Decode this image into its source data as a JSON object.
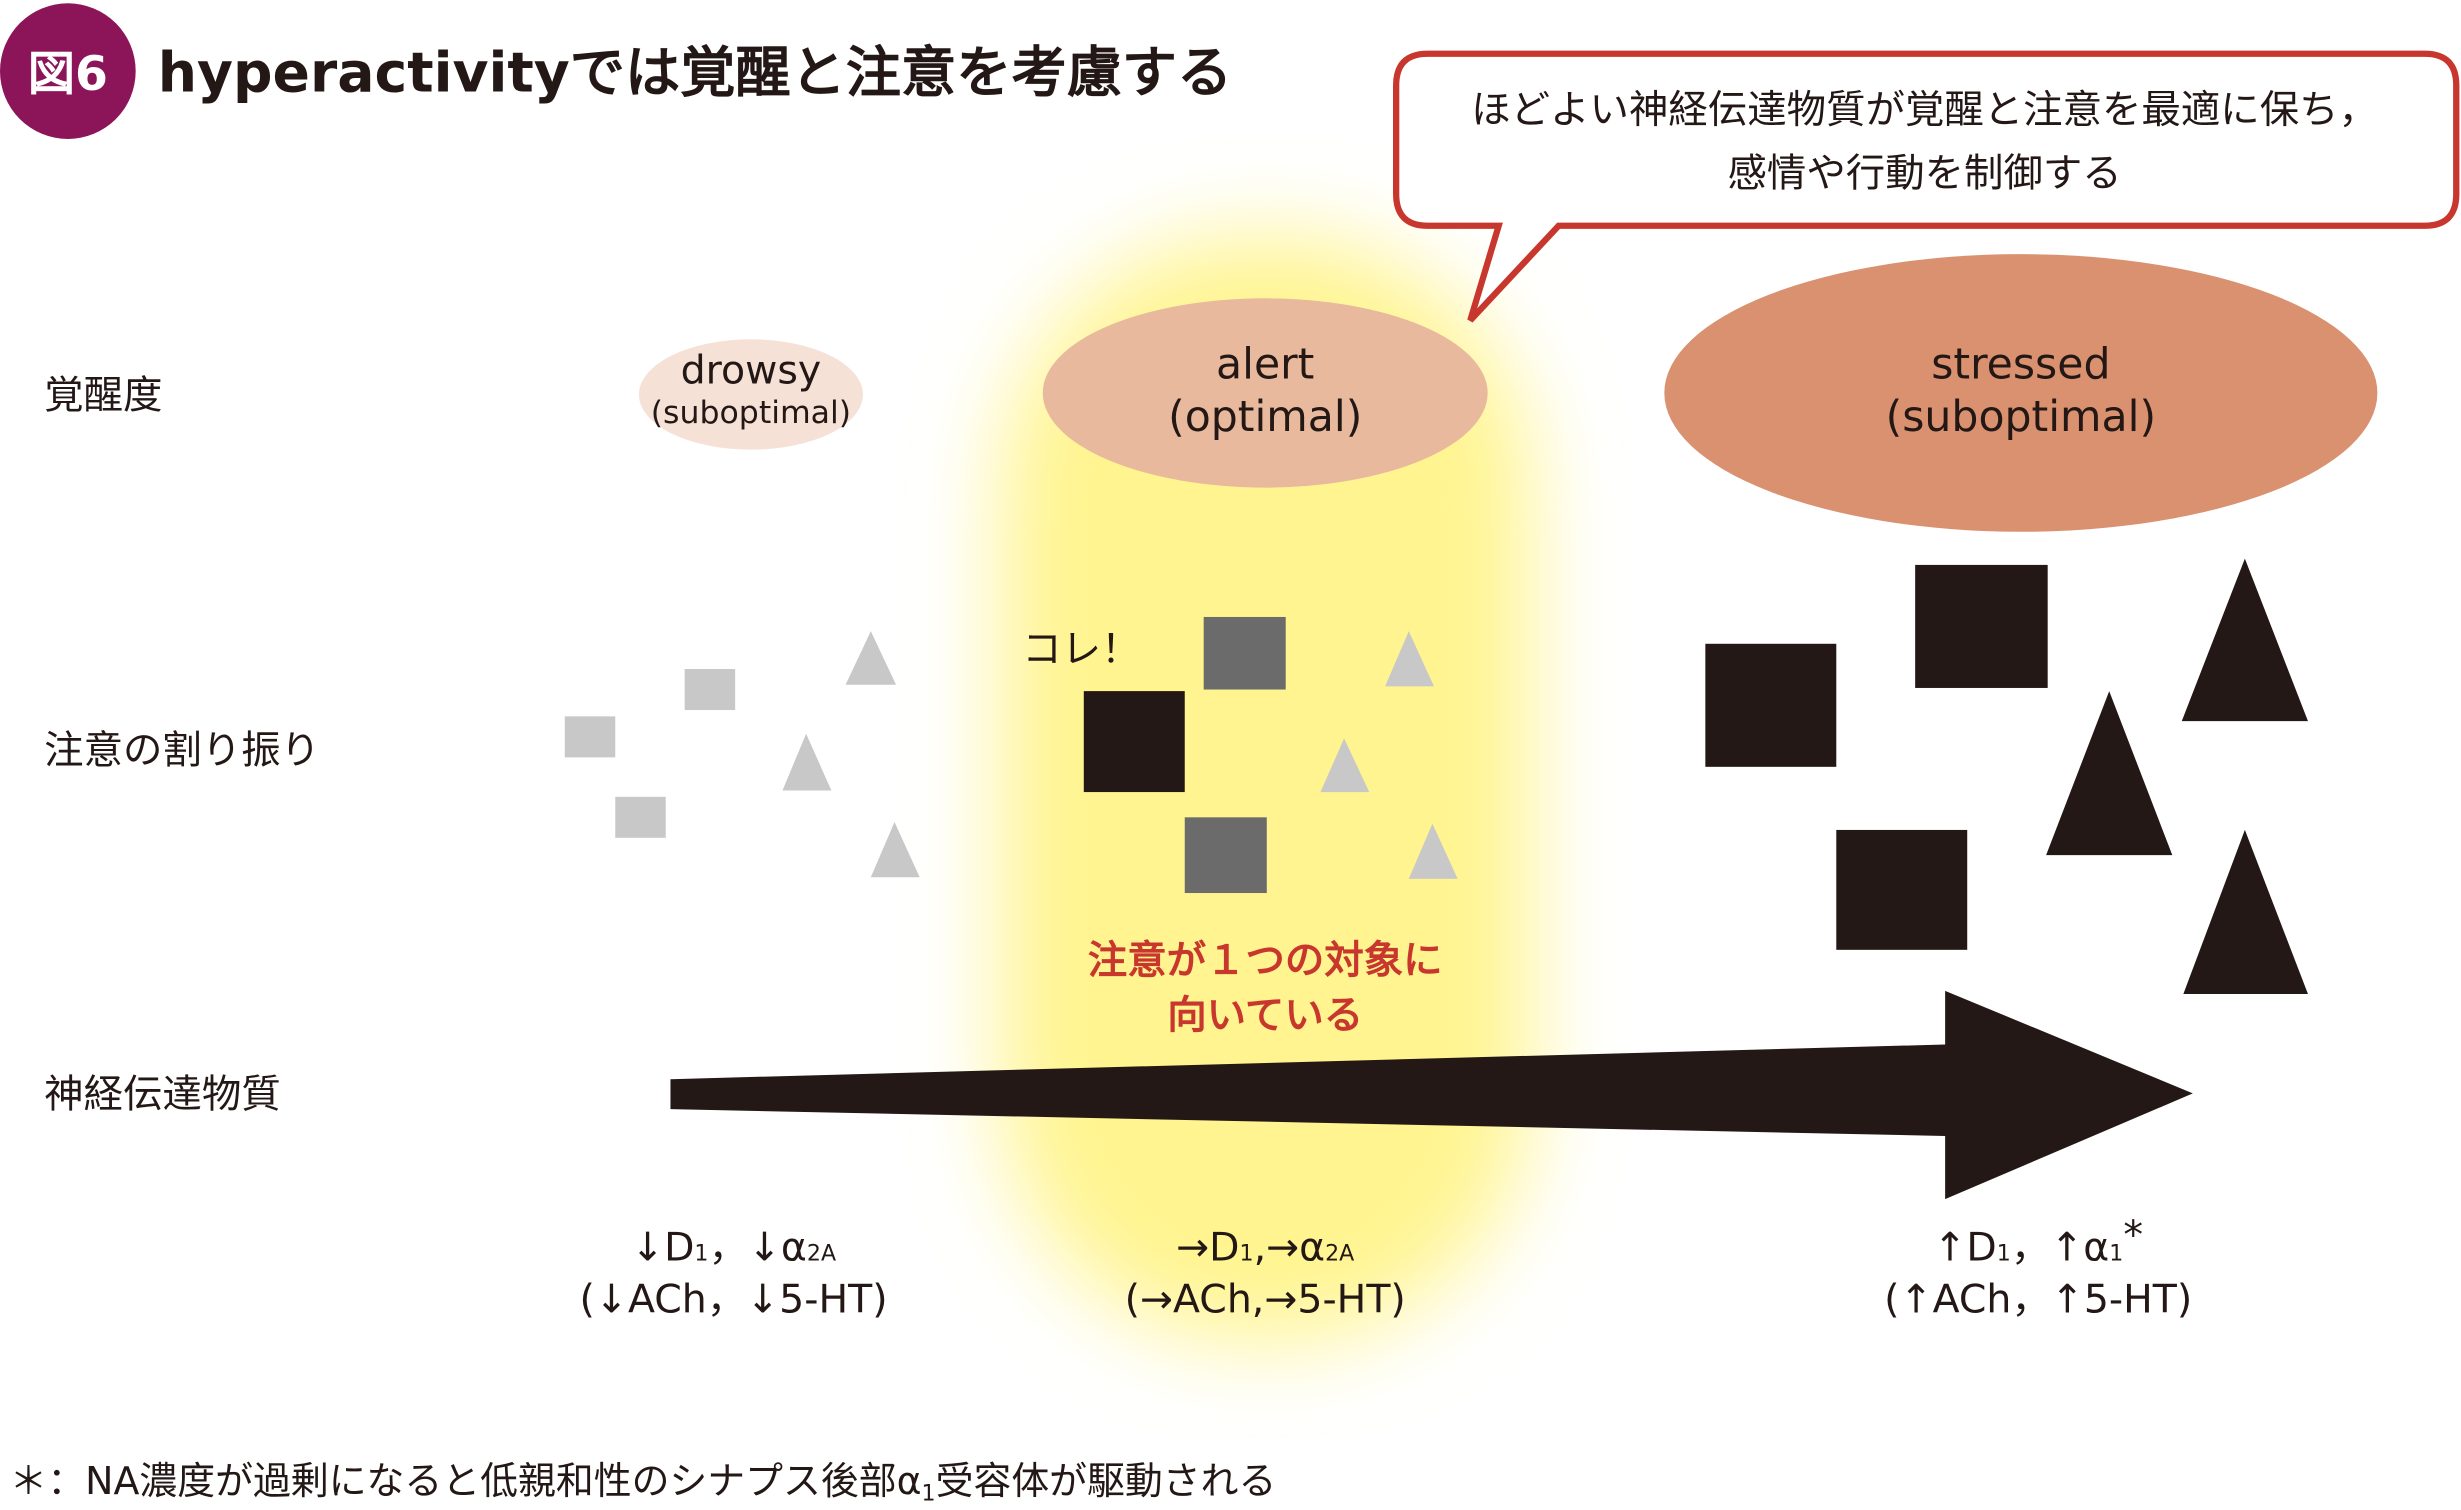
{
  "title": {
    "badge": "図6",
    "text": "hyperactivityでは覚醒と注意を考慮する"
  },
  "bubble": {
    "line1": "ほどよい神経伝達物質が覚醒と注意を最適に保ち，",
    "line2": "感情や行動を制御する"
  },
  "rows": {
    "arousal": "覚醒度",
    "attention": "注意の割り振り",
    "neurotransmitter": "神経伝達物質"
  },
  "states": [
    {
      "name": "drowsy",
      "note": "(suboptimal)"
    },
    {
      "name": "alert",
      "note": "(optimal)"
    },
    {
      "name": "stressed",
      "note": "(suboptimal)"
    }
  ],
  "focus_label": "コレ！",
  "focus_text": {
    "line1": "注意が１つの対象に",
    "line2": "向いている"
  },
  "transmitters": [
    {
      "a1": "↓",
      "d": "D",
      "d_sub": "1",
      "sep": "，",
      "a2": "↓",
      "alpha": "α",
      "alpha_sub": "2A",
      "star": "",
      "line2": "(↓ACh，↓5-HT)"
    },
    {
      "a1": "→",
      "d": "D",
      "d_sub": "1",
      "sep": ",",
      "a2": "→",
      "alpha": "α",
      "alpha_sub": "2A",
      "star": "",
      "line2": "(→ACh,→5-HT)"
    },
    {
      "a1": "↑",
      "d": "D",
      "d_sub": "1",
      "sep": "，",
      "a2": "↑",
      "alpha": "α",
      "alpha_sub": "1",
      "star": "*",
      "line2": "(↑ACh，↑5-HT)"
    }
  ],
  "footnote": {
    "pre": "＊：NA濃度が過剰になると低親和性のシナプス後部α",
    "sub": "1",
    "post": "受容体が駆動される"
  },
  "colors": {
    "badge": "#8c1559",
    "red": "#c8372d",
    "ink": "#231815",
    "drowsy": "#f6e1d7",
    "alert": "#e8b99c",
    "stressed": "#d9916f",
    "glow": "#fff59a"
  }
}
